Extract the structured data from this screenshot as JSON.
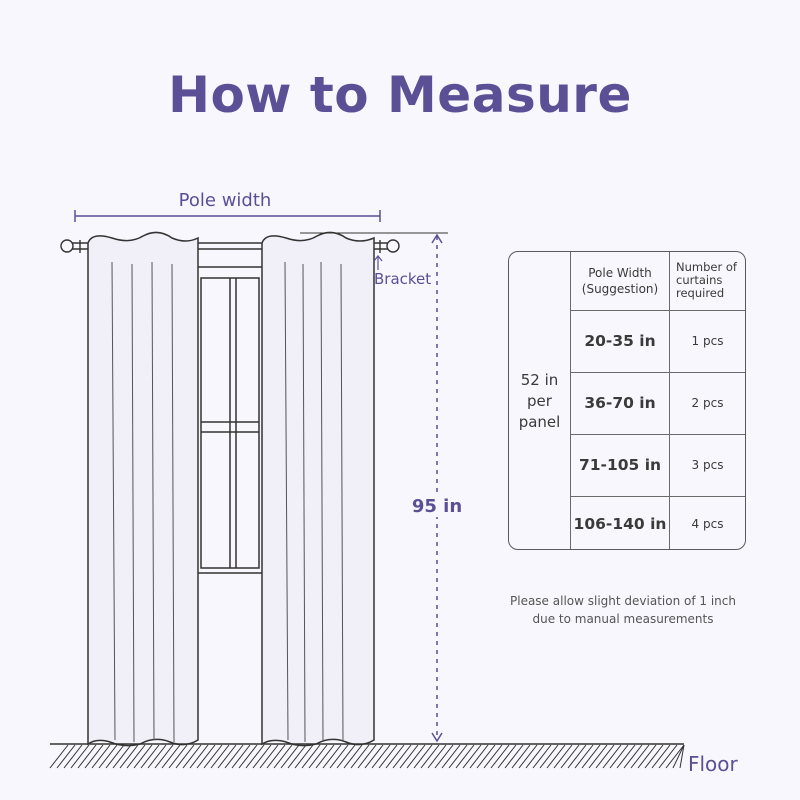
{
  "title": "How to Measure",
  "labels": {
    "pole_width": "Pole width",
    "bracket": "Bracket",
    "height": "95 in",
    "floor": "Floor"
  },
  "table": {
    "panel_info": [
      "52 in",
      "per",
      "panel"
    ],
    "header_pole": [
      "Pole Width",
      "(Suggestion)"
    ],
    "header_count": [
      "Number of",
      "curtains",
      "required"
    ],
    "rows": [
      {
        "range": "20-35 in",
        "qty": "1 pcs"
      },
      {
        "range": "36-70 in",
        "qty": "2 pcs"
      },
      {
        "range": "71-105 in",
        "qty": "3 pcs"
      },
      {
        "range": "106-140 in",
        "qty": "4 pcs"
      }
    ]
  },
  "note": [
    "Please allow slight deviation of 1 inch",
    "due to manual measurements"
  ],
  "colors": {
    "accent": "#5b4f96",
    "background": "#f8f7fd",
    "line": "#333333",
    "curtain": "#f1eff8"
  }
}
